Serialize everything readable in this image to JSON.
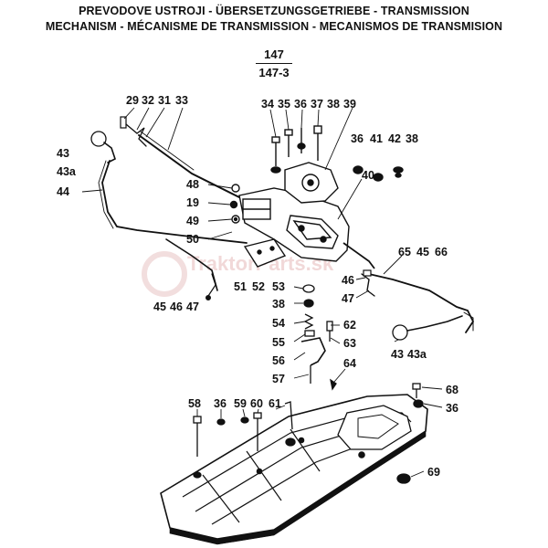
{
  "header": {
    "title_line1": "PREVODOVE USTROJI - ÜBERSETZUNGSGETRIEBE - TRANSMISSION",
    "title_line2": "MECHANISM - MÉCANISME DE TRANSMISSION - MECANISMOS DE TRANSMISION",
    "ref_top": "147",
    "ref_bottom": "147-3"
  },
  "watermark": {
    "text": "TraktorParts.sk",
    "color": "#e6b9b9"
  },
  "labels": {
    "l29": "29",
    "l32": "32",
    "l31": "31",
    "l33": "33",
    "l34": "34",
    "l35": "35",
    "l36a": "36",
    "l37": "37",
    "l38a": "38",
    "l39": "39",
    "l36b": "36",
    "l41": "41",
    "l42": "42",
    "l38b": "38",
    "l43a": "43",
    "l43aa": "43a",
    "l44": "44",
    "l48": "48",
    "l19": "19",
    "l49": "49",
    "l50": "50",
    "l40": "40",
    "l65": "65",
    "l45a": "45",
    "l66": "66",
    "l46a": "46",
    "l47a": "47",
    "l51": "51",
    "l52": "52",
    "l53": "53",
    "l38c": "38",
    "l54": "54",
    "l55": "55",
    "l56": "56",
    "l57": "57",
    "l62": "62",
    "l63": "63",
    "l64": "64",
    "l45b": "45",
    "l46b": "46",
    "l47b": "47",
    "l43b": "43",
    "l43ab": "43a",
    "l68": "68",
    "l36c": "36",
    "l58": "58",
    "l36d": "36",
    "l59": "59",
    "l60": "60",
    "l61": "61",
    "l69": "69"
  }
}
